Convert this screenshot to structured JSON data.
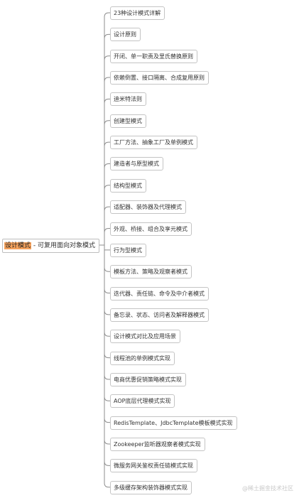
{
  "mindmap": {
    "root": {
      "highlight": "设计模式",
      "rest": " - 可复用面向对象模式"
    },
    "children": [
      "23种设计模式详解",
      "设计原则",
      "开闭、单一职责及里氏替换原则",
      "依赖倒置、接口隔离、合成复用原则",
      "迪米特法则",
      "创建型模式",
      "工厂方法、抽象工厂及单例模式",
      "建造者与原型模式",
      "结构型模式",
      "适配器、装饰器及代理模式",
      "外观、桥接、组合及享元模式",
      "行为型模式",
      "模板方法、策略及观察者模式",
      "迭代器、责任链、命令及中介者模式",
      "备忘录、状态、访问者及解释器模式",
      "设计模式对比及应用场景",
      "线程池的单例模式实现",
      "电商优惠促销策略模式实现",
      "AOP底层代理模式实现",
      "RedisTemplate、JdbcTemplate模板模式实现",
      "Zookeeper监听器观察者模式实现",
      "微服务网关鉴权责任链模式实现",
      "多级缓存架构装饰器模式实现"
    ],
    "line_color": "#8c8c8c"
  },
  "watermark": "@稀土掘金技术社区"
}
